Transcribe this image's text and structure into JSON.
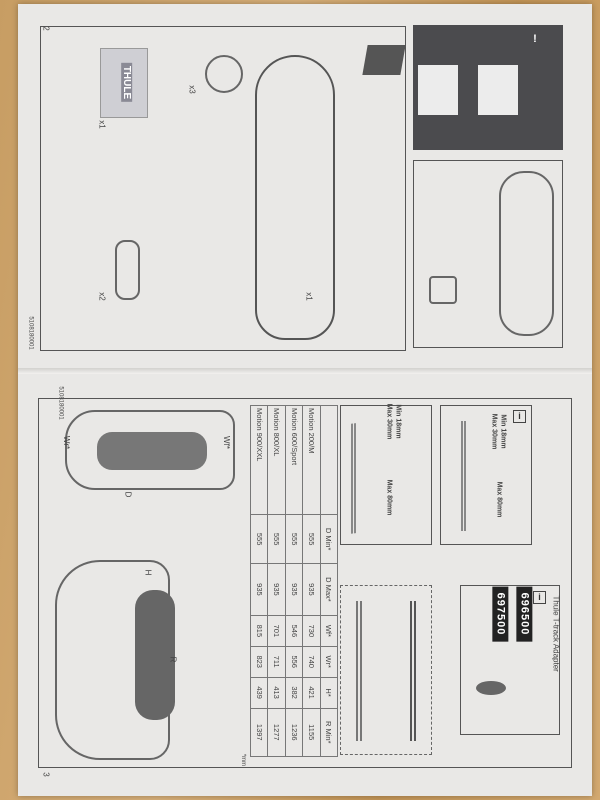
{
  "top_page": {
    "page_number": "2",
    "code": "5108180001",
    "logo": "THULE",
    "qty_kit": "x1",
    "qty_straps": "x3",
    "qty_keys": "x2",
    "qty_box": "x1",
    "warning_icon": "!"
  },
  "bottom_page": {
    "page_number": "3",
    "code": "5108180001",
    "info_icon": "i",
    "profile_box": {
      "min_label": "Min 18mm",
      "max_label": "Max 30mm",
      "height_label": "Max 80mm"
    },
    "profile_box_2": {
      "min_label": "Min 18mm",
      "max_label": "Max 30mm",
      "height_label": "Max 80mm"
    },
    "adapter": {
      "title": "Thule T-track Adapter",
      "codes": [
        "696500",
        "697500"
      ]
    },
    "car_top": {
      "wf": "Wf*",
      "wr": "Wr*",
      "d": "D"
    },
    "car_side": {
      "h": "H",
      "r": "R"
    },
    "table": {
      "headers": [
        "",
        "D Min*",
        "D Max*",
        "Wf*",
        "Wr*",
        "H*",
        "R Min*"
      ],
      "rows": [
        [
          "Motion 200/M",
          "555",
          "935",
          "730",
          "740",
          "421",
          "1155"
        ],
        [
          "Motion 600/Sport",
          "555",
          "935",
          "546",
          "556",
          "382",
          "1236"
        ],
        [
          "Motion 800/XL",
          "555",
          "935",
          "701",
          "711",
          "413",
          "1277"
        ],
        [
          "Motion 900/XXL",
          "555",
          "935",
          "815",
          "823",
          "439",
          "1397"
        ]
      ],
      "unit_note": "*mm"
    }
  }
}
